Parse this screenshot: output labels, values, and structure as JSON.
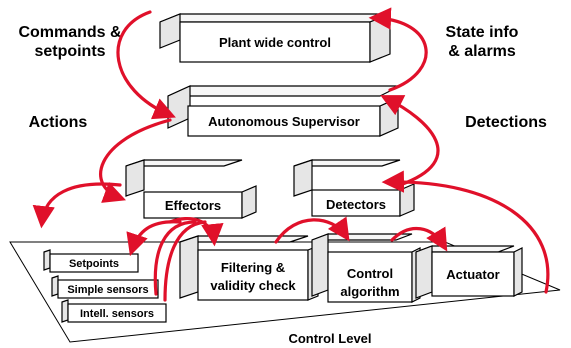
{
  "labels": {
    "commands": [
      "Commands &",
      "setpoints"
    ],
    "state_info": [
      "State info",
      "& alarms"
    ],
    "actions": "Actions",
    "detections": "Detections",
    "control_level": "Control Level"
  },
  "boxes": {
    "plant_wide_control": "Plant wide control",
    "autonomous_supervisor": "Autonomous Supervisor",
    "effectors": "Effectors",
    "detectors": "Detectors",
    "filtering": [
      "Filtering &",
      "validity check"
    ],
    "control_algorithm": [
      "Control",
      "algorithm"
    ],
    "actuator": "Actuator",
    "setpoints": "Setpoints",
    "simple_sensors": "Simple sensors",
    "intell_sensors": "Intell. sensors"
  },
  "colors": {
    "arrow": "#e0102a",
    "box_side": "#e6e6e6"
  }
}
